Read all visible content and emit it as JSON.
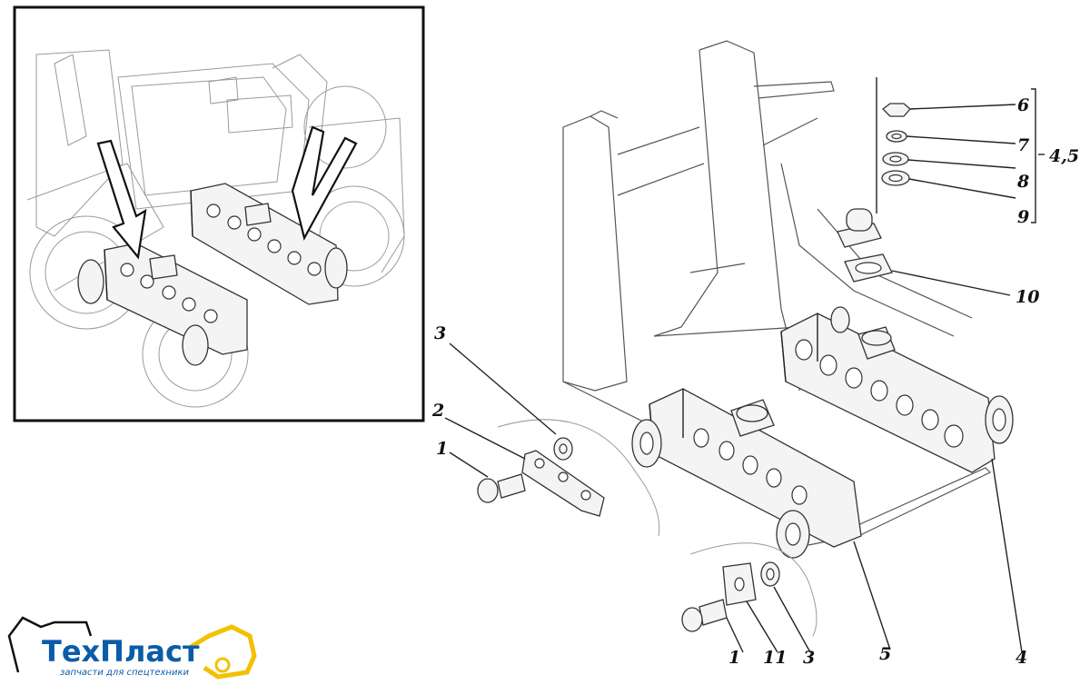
{
  "diagram": {
    "callouts": {
      "c1a": "1",
      "c2": "2",
      "c3a": "3",
      "c6": "6",
      "c7": "7",
      "c8": "8",
      "c9": "9",
      "c45": "4,5",
      "c10": "10",
      "c1b": "1",
      "c11": "11",
      "c3b": "3",
      "c5": "5",
      "c4": "4"
    }
  },
  "logo": {
    "brand": "ТехПласт",
    "tagline": "запчасти для спецтехники",
    "colors": {
      "blue": "#0a5ca8",
      "yellow": "#f2c100"
    }
  }
}
